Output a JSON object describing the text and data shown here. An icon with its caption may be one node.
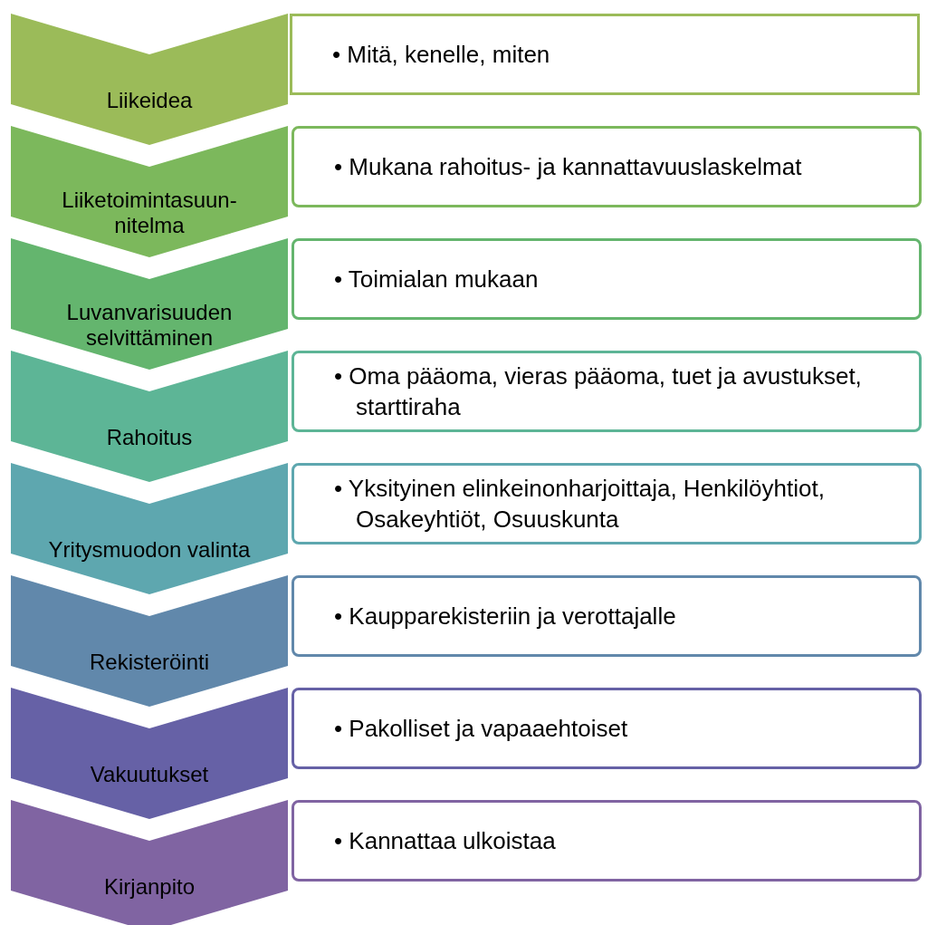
{
  "diagram": {
    "nodes": [
      {
        "text": [
          "Liikeidea"
        ]
      },
      {
        "text": [
          "• Mitä, kenelle, miten"
        ]
      },
      {
        "text": [
          "Liiketoimintasuun-nitelma"
        ]
      },
      {
        "text": [
          "• Mukana rahoitus- ja kannattavuuslaskelmat"
        ]
      },
      {
        "text": [
          "Luvanvarisuuden selvittäminen"
        ]
      },
      {
        "text": [
          "• Toimialan mukaan"
        ]
      },
      {
        "text": [
          "Rahoitus"
        ]
      },
      {
        "text": [
          "• Oma pääoma, vieras pääoma, tuet ja avustukset, starttiraha"
        ]
      },
      {
        "text": [
          "Yritysmuodon valinta"
        ]
      },
      {
        "text": [
          "• Yksityinen elinkeinonharjoittaja, Henkilöyhtiot, Osakeyhtiöt, Osuuskunta"
        ]
      },
      {
        "text": [
          "Rekisteröinti"
        ]
      },
      {
        "text": [
          "• Kaupparekisteriin ja verottajalle"
        ]
      },
      {
        "text": [
          "Vakuutukset"
        ]
      },
      {
        "text": [
          "• Pakolliset ja vapaaehtoiset"
        ]
      },
      {
        "text": [
          "Kirjanpito"
        ]
      },
      {
        "text": [
          "• Kannattaa ulkoistaa"
        ]
      }
    ]
  }
}
